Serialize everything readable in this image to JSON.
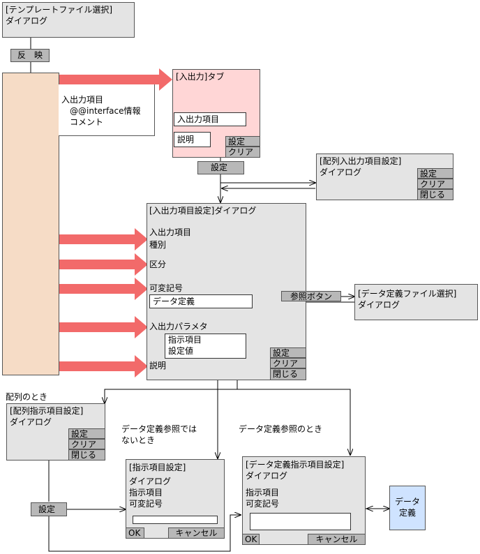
{
  "template_dialog": {
    "line1": "[テンプレートファイル選択]",
    "line2": "ダイアログ"
  },
  "reflect_button": "反　映",
  "source_panel": {
    "line1": "入出力項目",
    "line2": "@@interface情報",
    "line3": "コメント"
  },
  "io_tab": {
    "title": "[入出力]タブ",
    "field_label": "入出力項目",
    "desc_label": "説明",
    "set_button": "設定",
    "clear_button": "クリア"
  },
  "settings_button_mid": "設定",
  "array_io_dialog": {
    "line1": "[配列入出力項目設定]",
    "line2": "ダイアログ",
    "set_button": "設定",
    "clear_button": "クリア",
    "close_button": "閉じる"
  },
  "io_item_dialog": {
    "title": "[入出力項目設定]ダイアログ",
    "item_label": "入出力項目",
    "kind_label": "種別",
    "division_label": "区分",
    "variable_symbol_label": "可変記号",
    "data_definition_value": "データ定義",
    "reference_button": "参照ボタン",
    "io_param_label": "入出力パラメタ",
    "param_line1": "指示項目",
    "param_line2": "設定値",
    "desc_label": "説明",
    "set_button": "設定",
    "clear_button": "クリア",
    "close_button": "閉じる"
  },
  "data_def_file_dialog": {
    "line1": "[データ定義ファイル選択]",
    "line2": "ダイアログ"
  },
  "array_note": "配列のとき",
  "array_instr_dialog": {
    "line1": "[配列指示項目設定]",
    "line2": "ダイアログ",
    "set_button": "設定",
    "clear_button": "クリア",
    "close_button": "閉じる"
  },
  "note_not_ref": {
    "line1": "データ定義参照では",
    "line2": "ないとき"
  },
  "note_ref": "データ定義参照のとき",
  "settings_button_bottom": "設定",
  "instr_dialog": {
    "title": "[指示項目設定]",
    "line2": "ダイアログ",
    "line3": "指示項目",
    "line4": "可変記号",
    "ok_button": "OK",
    "cancel_button": "キャンセル"
  },
  "data_instr_dialog": {
    "title": "[データ定義指示項目設定]",
    "line2": "ダイアログ",
    "line3": "指示項目",
    "line4": "可変記号",
    "ok_button": "OK",
    "cancel_button": "キャンセル"
  },
  "data_def_box": {
    "line1": "データ",
    "line2": "定義"
  },
  "colors": {
    "arrow_red": "#f26a6a",
    "pink_panel": "#ffd6d6",
    "peach_panel": "#f6dcc6",
    "blue_box": "#cfe3ff",
    "gray_box": "#e4e4e4"
  }
}
